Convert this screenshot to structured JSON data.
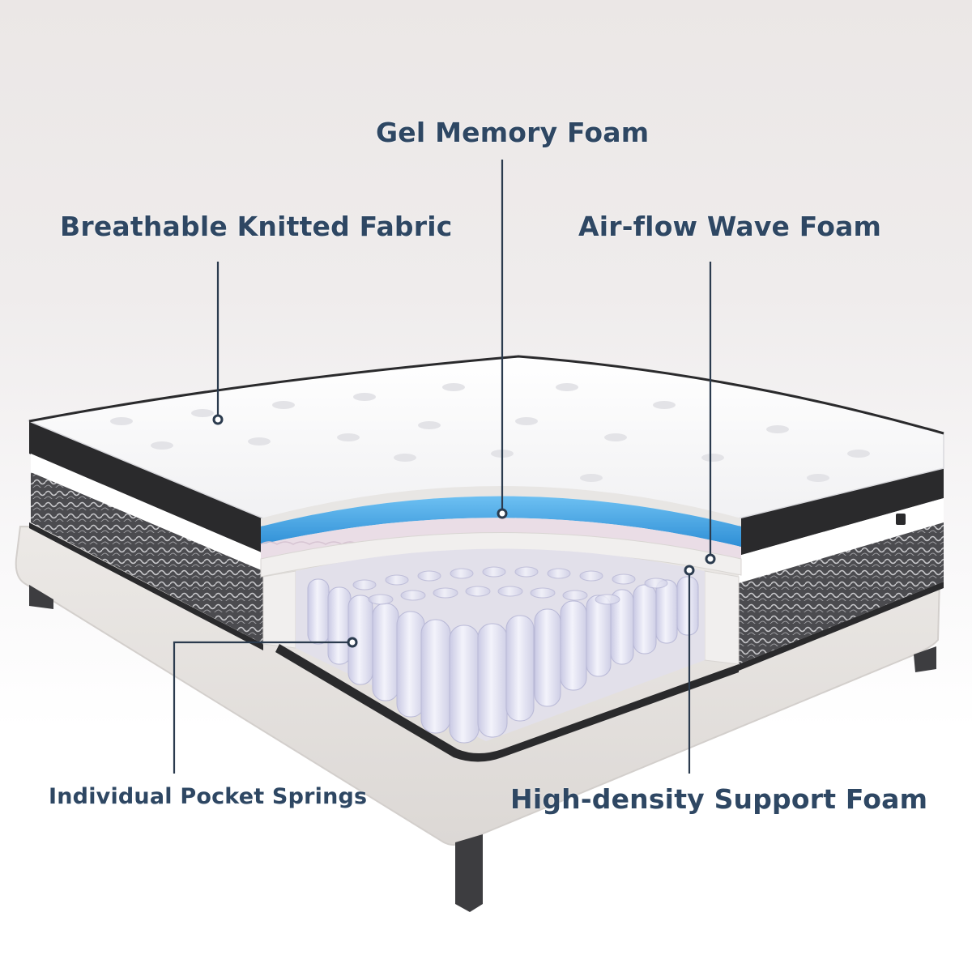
{
  "diagram": {
    "subject": "Hybrid mattress cross-section on upholstered bed base",
    "callouts": [
      {
        "id": "gel",
        "label": "Gel Memory Foam",
        "layer_color": "#3a9be0"
      },
      {
        "id": "fabric",
        "label": "Breathable Knitted Fabric",
        "layer_color": "#ffffff"
      },
      {
        "id": "wave",
        "label": "Air-flow Wave Foam",
        "layer_color": "#eadde6"
      },
      {
        "id": "springs",
        "label": "Individual Pocket Springs",
        "layer_color": "#dcdcf0"
      },
      {
        "id": "support",
        "label": "High-density Support Foam",
        "layer_color": "#f1efee"
      }
    ],
    "colors": {
      "label_text": "#2e4763",
      "callout_line": "#2b3b4e",
      "background_top": "#ebe7e6",
      "background_bottom": "#ffffff",
      "mattress_border": "#2a2a2c",
      "pattern_panel": "#4a4a4d",
      "base": "#e9e6e3",
      "legs": "#3d3d40"
    }
  }
}
